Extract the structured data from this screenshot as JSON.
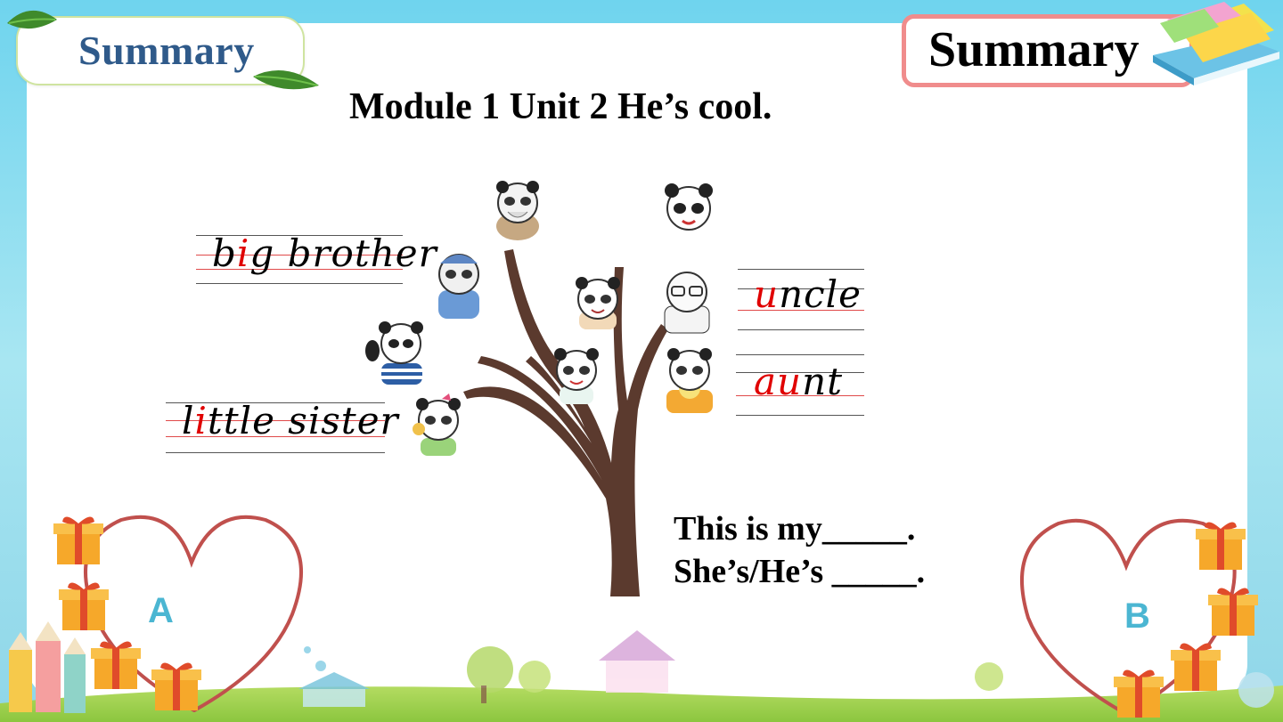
{
  "header": {
    "left_tab_label": "Summary",
    "right_tab_label": "Summary"
  },
  "main": {
    "title": "Module 1 Unit 2 He’s cool."
  },
  "words": {
    "big_brother": {
      "pre": "b",
      "hl": "i",
      "post": "g brother"
    },
    "little_sister": {
      "pre": "l",
      "hl": "i",
      "post": "ttle sister"
    },
    "uncle": {
      "pre": "",
      "hl": "u",
      "post": "ncle"
    },
    "aunt": {
      "pre": "",
      "hl": "au",
      "post": "nt"
    }
  },
  "sentences": {
    "line1": "This is my_____.",
    "line2": "She’s/He’s _____."
  },
  "hearts": {
    "left_label": "A",
    "right_label": "B"
  },
  "colors": {
    "highlight": "#e00000",
    "tree_brown": "#5b3a2e",
    "heart_red": "#c0504d",
    "label_blue": "#4bb6d2",
    "tab_title_blue": "#2f5a8a"
  },
  "icons": [
    "leaf-icon",
    "book-stack-icon",
    "panda-icon",
    "gift-box-icon",
    "heart-icon",
    "tree-icon"
  ]
}
